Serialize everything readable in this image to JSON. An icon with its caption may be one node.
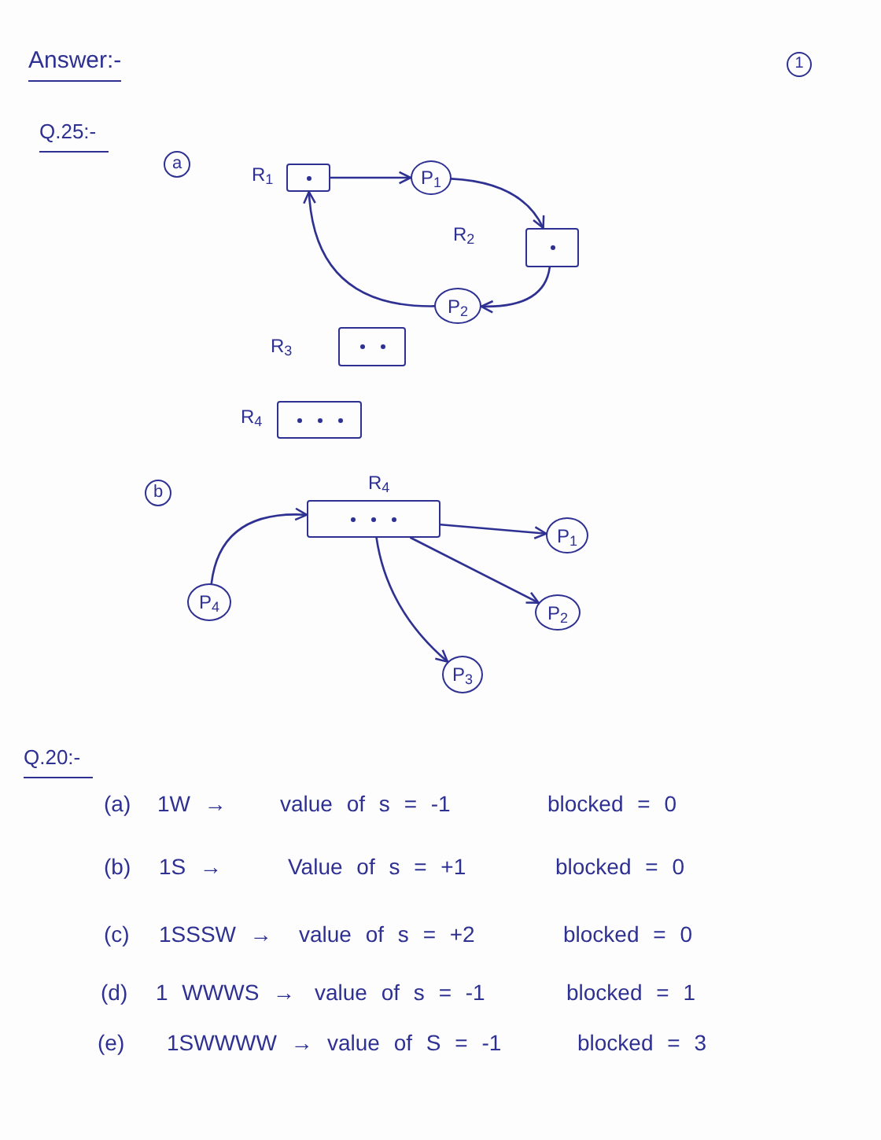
{
  "diagram": {
    "title": "Answer:-",
    "nodes": [
      {
        "text": [],
        "shape": "box",
        "beside": [
          "R$_{1}$"
        ]
      },
      {
        "text": [
          "P$_{1}$"
        ]
      },
      {
        "text": [],
        "shape": "box",
        "beside": [
          "R$_{2}$"
        ]
      },
      {
        "text": [
          "P$_{2}$"
        ]
      },
      {
        "text": [],
        "shape": "box",
        "beside": [
          "R$_{3}$"
        ]
      },
      {
        "text": [],
        "shape": "box",
        "beside": [
          "R$_{4}$"
        ]
      },
      {
        "text": [],
        "shape": "box",
        "beside": [
          "R$_{4}$"
        ]
      },
      {
        "text": [
          "P$_{1}$"
        ]
      },
      {
        "text": [
          "P$_{4}$"
        ]
      },
      {
        "text": [
          "P$_{2}$"
        ]
      },
      {
        "text": [
          "P$_{3}$"
        ]
      }
    ],
    "edges": [
      {
        "from": 0,
        "to": 1,
        "arrow": "to"
      },
      {
        "from": 1,
        "to": 2,
        "arrow": "to"
      },
      {
        "from": 2,
        "to": 3,
        "arrow": "to"
      },
      {
        "from": 3,
        "to": 0,
        "arrow": "to"
      },
      {
        "from": 8,
        "to": 6,
        "arrow": "to"
      },
      {
        "from": 6,
        "to": 7,
        "arrow": "to"
      },
      {
        "from": 6,
        "to": 9,
        "arrow": "to"
      },
      {
        "from": 6,
        "to": 10,
        "arrow": "to"
      }
    ],
    "labels": [
      "1",
      "Q.25:-",
      "a",
      "b",
      "Q.20:-",
      "(a)",
      "1W →",
      "value of s = -1",
      "blocked = 0",
      "(b)",
      "1S →",
      "Value of s = +1",
      "blocked = 0",
      "(c)",
      "1SSSW →",
      "value of s = +2",
      "blocked = 0",
      "(d)",
      "1 WWWS →",
      "value of s = -1",
      "blocked = 1",
      "(e)",
      "1SWWWW →",
      "value of S = -1",
      "blocked = 3"
    ]
  }
}
